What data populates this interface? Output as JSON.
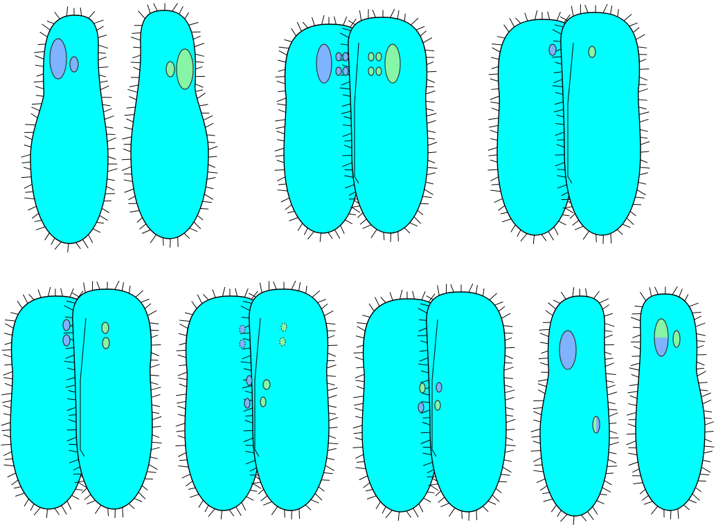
{
  "colors": {
    "cytoplasm": "#00ffff",
    "outline": "#000000",
    "cilia": "#000000",
    "macronucleus_a": "#7fb2ff",
    "macronucleus_b": "#86f5a6",
    "micronucleus_a": "#7fb2ff",
    "micronucleus_b": "#86f5a6",
    "background": "#ffffff"
  },
  "stages": [
    {
      "id": "stage-1",
      "cells": [
        "a",
        "b"
      ],
      "joined": false,
      "nuclei": "macro-and-micro"
    },
    {
      "id": "stage-2",
      "cells": [
        "a",
        "b"
      ],
      "joined": true,
      "nuclei": "macro-plus-four-micro"
    },
    {
      "id": "stage-3",
      "cells": [
        "a",
        "b"
      ],
      "joined": true,
      "nuclei": "single-micro"
    },
    {
      "id": "stage-4",
      "cells": [
        "a",
        "b"
      ],
      "joined": true,
      "nuclei": "two-micro"
    },
    {
      "id": "stage-5",
      "cells": [
        "a",
        "b"
      ],
      "joined": true,
      "nuclei": "exchange-degenerating"
    },
    {
      "id": "stage-6",
      "cells": [
        "a",
        "b"
      ],
      "joined": true,
      "nuclei": "exchanged-pronuclei"
    },
    {
      "id": "stage-7",
      "cells": [
        "a",
        "b"
      ],
      "joined": false,
      "nuclei": "exconjugants"
    }
  ]
}
